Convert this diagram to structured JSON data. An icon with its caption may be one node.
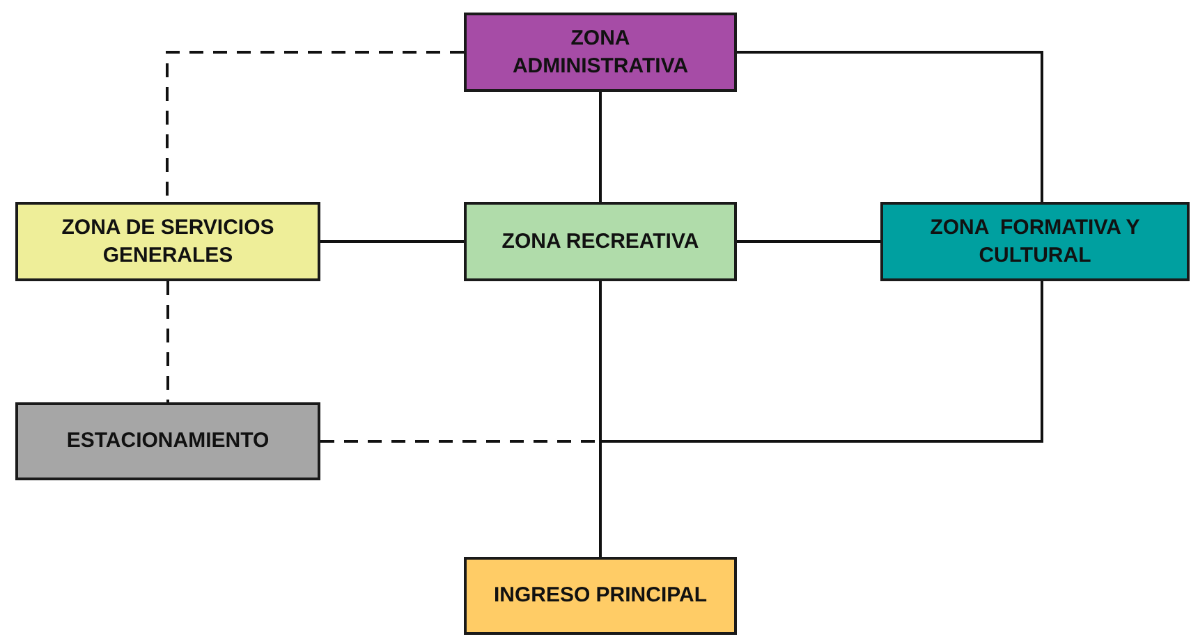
{
  "diagram": {
    "nodes": [
      {
        "text": [
          "ZONA ADMINISTRATIVA"
        ]
      },
      {
        "text": [
          "ZONA DE SERVICIOS GENERALES"
        ]
      },
      {
        "text": [
          "ZONA RECREATIVA"
        ]
      },
      {
        "text": [
          "ZONA  FORMATIVA Y CULTURAL"
        ]
      },
      {
        "text": [
          "ESTACIONAMIENTO"
        ]
      },
      {
        "text": [
          "INGRESO PRINCIPAL"
        ]
      }
    ],
    "edges": [
      {
        "from": 0,
        "to": 1,
        "arrow": "none",
        "style": "dashed"
      },
      {
        "from": 0,
        "to": 2,
        "arrow": "none"
      },
      {
        "from": 0,
        "to": 3,
        "arrow": "none"
      },
      {
        "from": 1,
        "to": 2,
        "arrow": "none"
      },
      {
        "from": 2,
        "to": 3,
        "arrow": "none"
      },
      {
        "from": 1,
        "to": 4,
        "arrow": "none",
        "style": "dashed"
      },
      {
        "from": 2,
        "to": 5,
        "arrow": "none"
      },
      {
        "from": 3,
        "to": 5,
        "arrow": "none"
      },
      {
        "from": 4,
        "to": 5,
        "arrow": "none",
        "style": "dashed"
      }
    ]
  }
}
